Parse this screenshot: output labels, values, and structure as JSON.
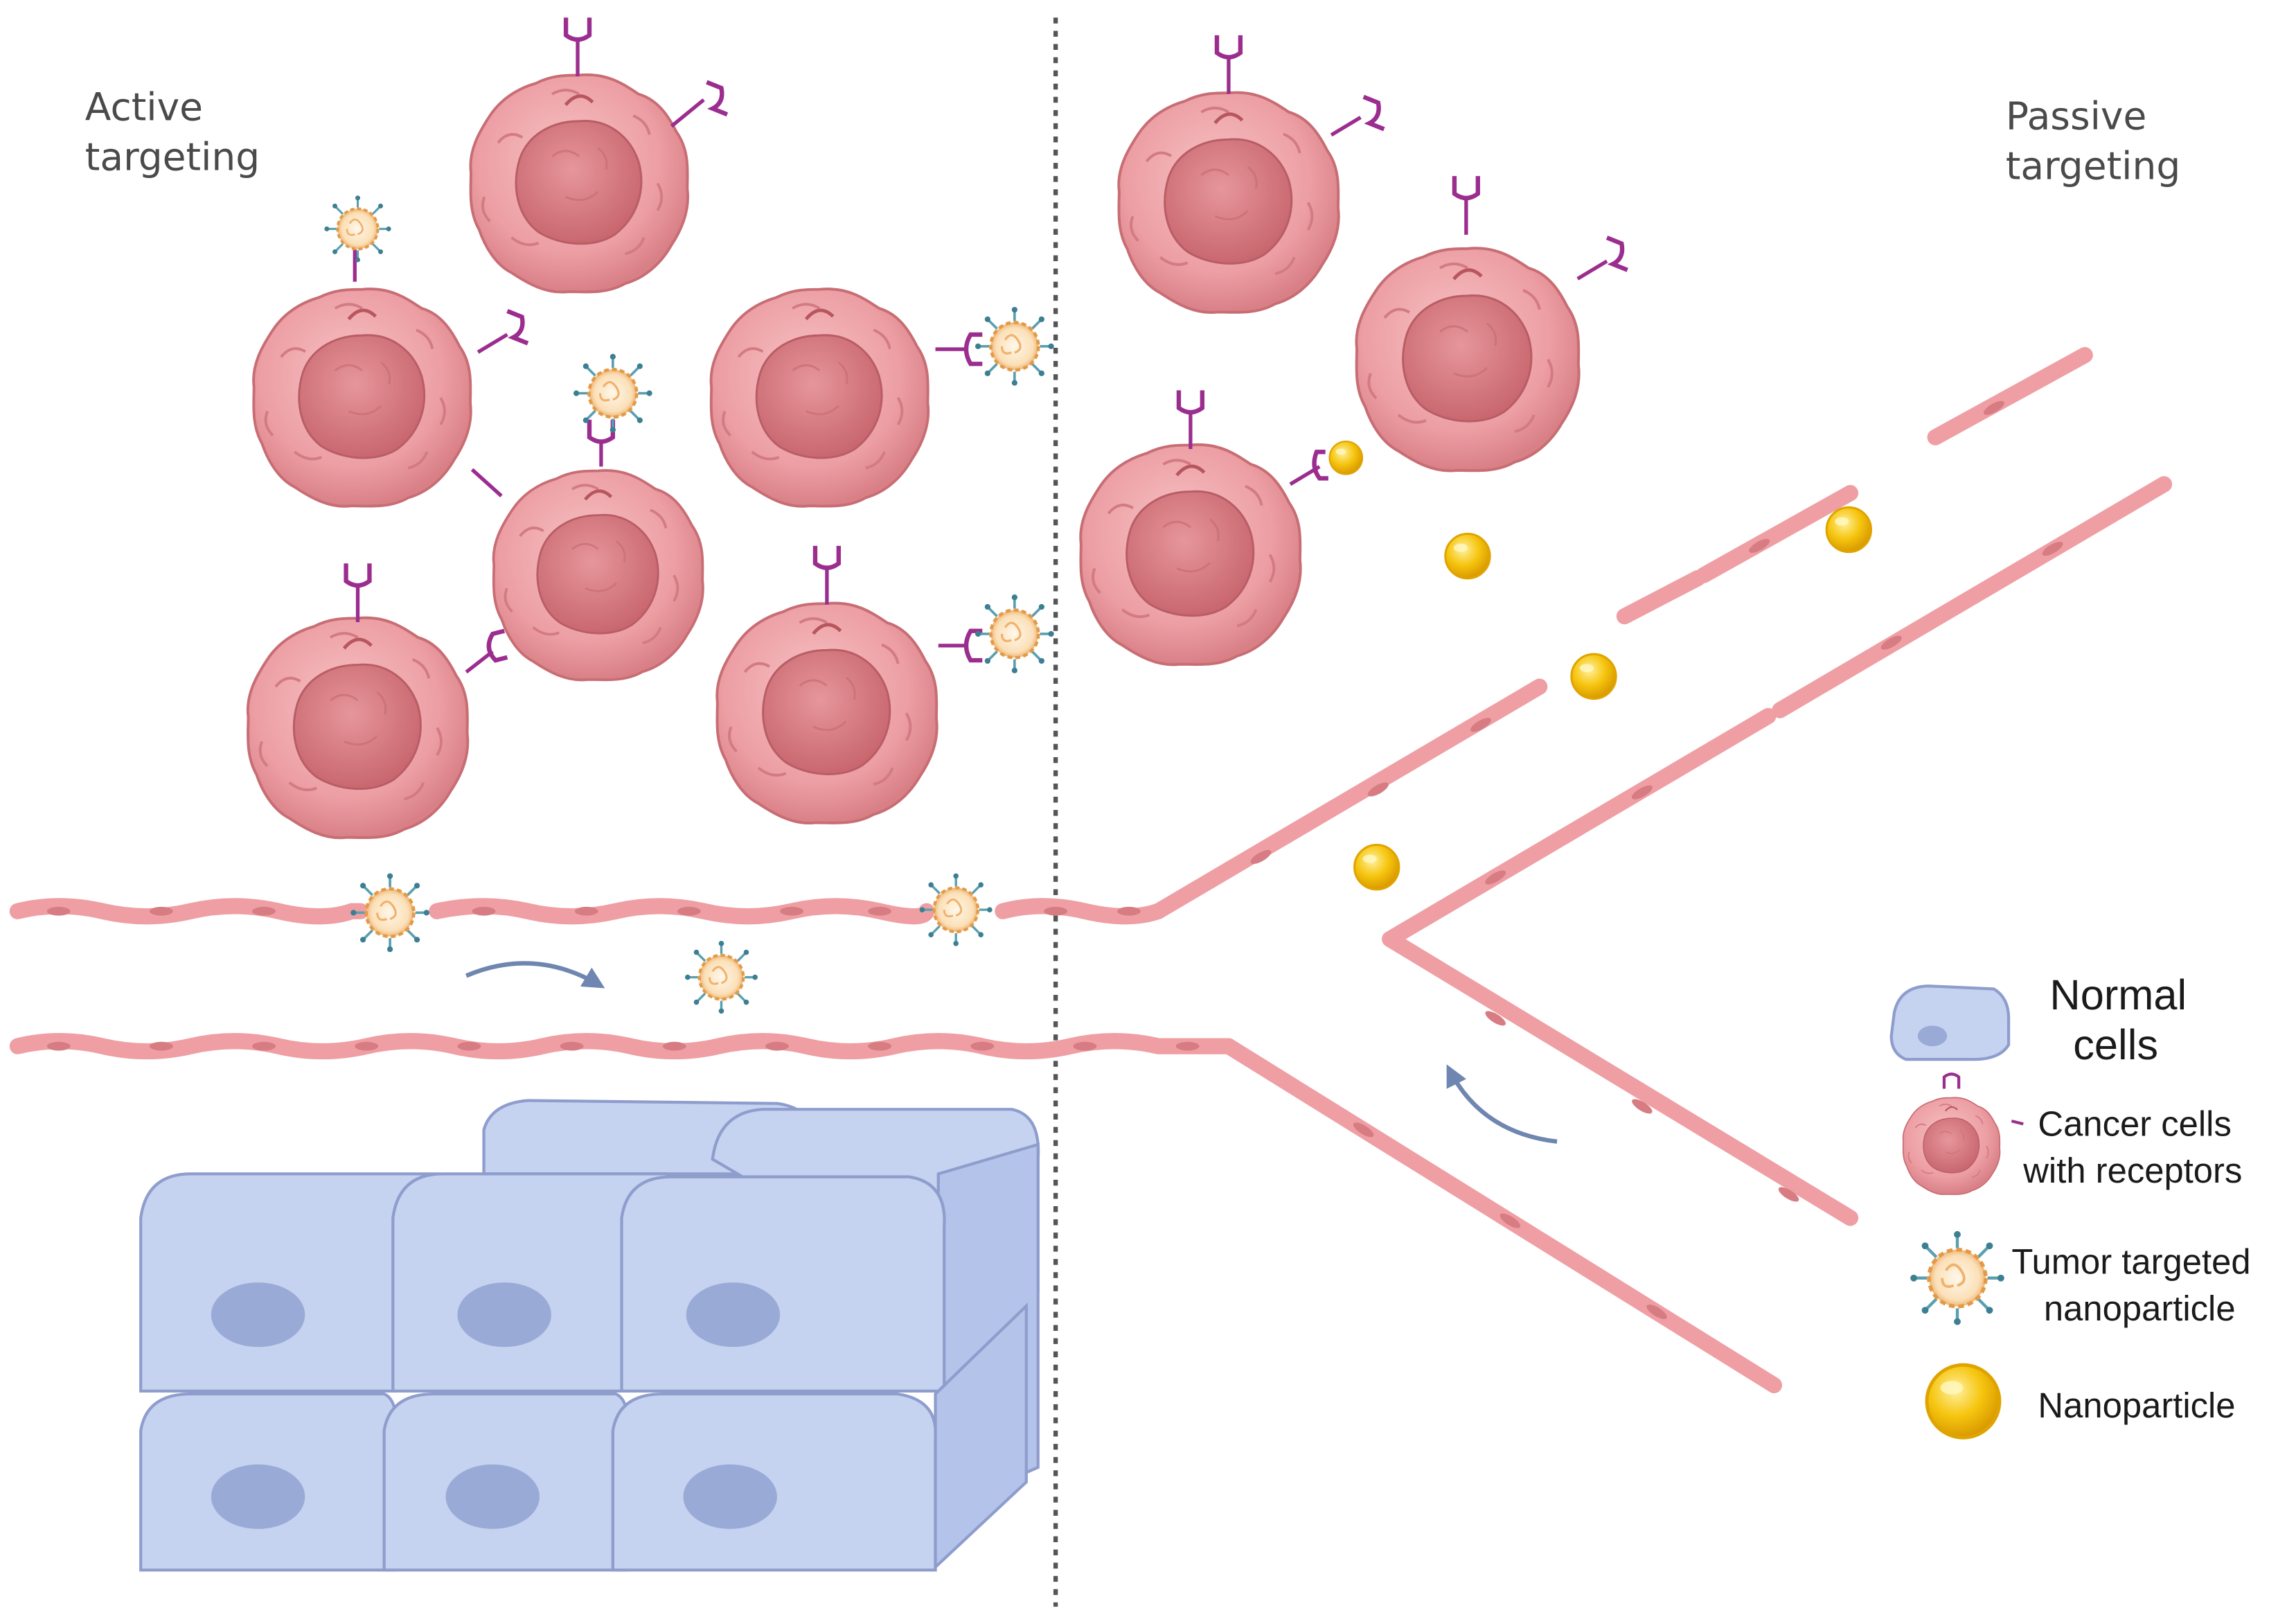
{
  "labels": {
    "active": [
      "Active",
      "targeting"
    ],
    "passive": [
      "Passive",
      "targeting"
    ]
  },
  "legend": {
    "normal": [
      "Normal",
      "cells"
    ],
    "cancer": [
      "Cancer cells",
      "with receptors"
    ],
    "tumor_np": [
      "Tumor targeted",
      "nanoparticle"
    ],
    "np": [
      "Nanoparticle"
    ]
  },
  "colors": {
    "cell_membrane": "#e9959a",
    "cell_membrane_dark": "#c86d74",
    "nucleus": "#d77c82",
    "receptor": "#9b2d8f",
    "vessel": "#ef9fa3",
    "vessel_dark": "#d1767d",
    "normal_cell": "#c5d2f0",
    "normal_cell_edge": "#8e9dcc",
    "normal_nucleus": "#9aaad6",
    "nanoparticle": "#f5c20b",
    "divider": "#555555",
    "arrow": "#6f86b0"
  }
}
